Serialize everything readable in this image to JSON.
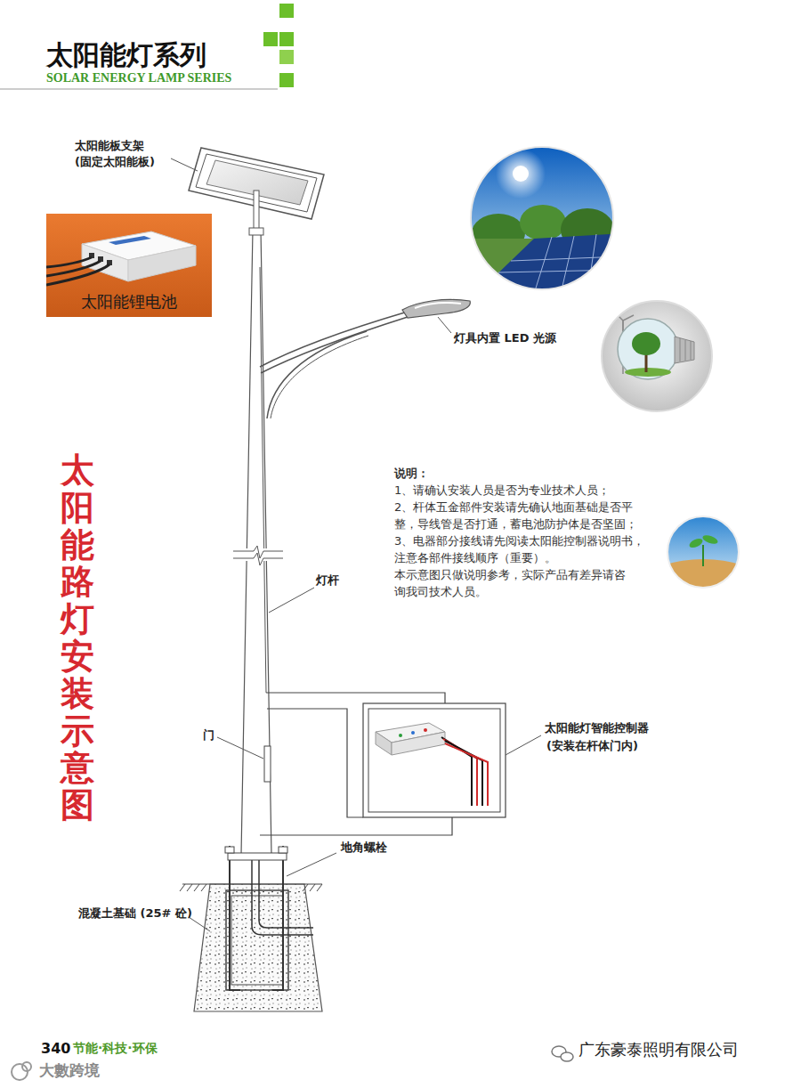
{
  "diagram": {
    "title": "太阳能路灯安装示意图",
    "nodes": [
      {
        "text": [
          "太阳能锂电池"
        ]
      }
    ],
    "labels": [
      "太阳能灯系列",
      "SOLAR ENERGY LAMP SERIES",
      "太阳能板支架",
      "(固定太阳能板)",
      "灯具内置 LED 光源",
      "说明：",
      "1、请确认安装人员是否为专业技术人员；",
      "2、杆体五金部件安装请先确认地面基础是否平",
      "整，导线管是否打通，蓄电池防护体是否坚固；",
      "3、电器部分接线请先阅读太阳能控制器说明书，",
      "注意各部件接线顺序（重要）。",
      "本示意图只做说明参考，实际产品有差异请咨",
      "询我司技术人员。",
      "灯杆",
      "门",
      "太阳能灯智能控制器",
      "(安装在杆体门内)",
      "地角螺栓",
      "混凝土基础 (25# 砼)",
      "340",
      "节能·科技·环保",
      "广东豪泰照明有限公司",
      "大數跨境"
    ]
  }
}
